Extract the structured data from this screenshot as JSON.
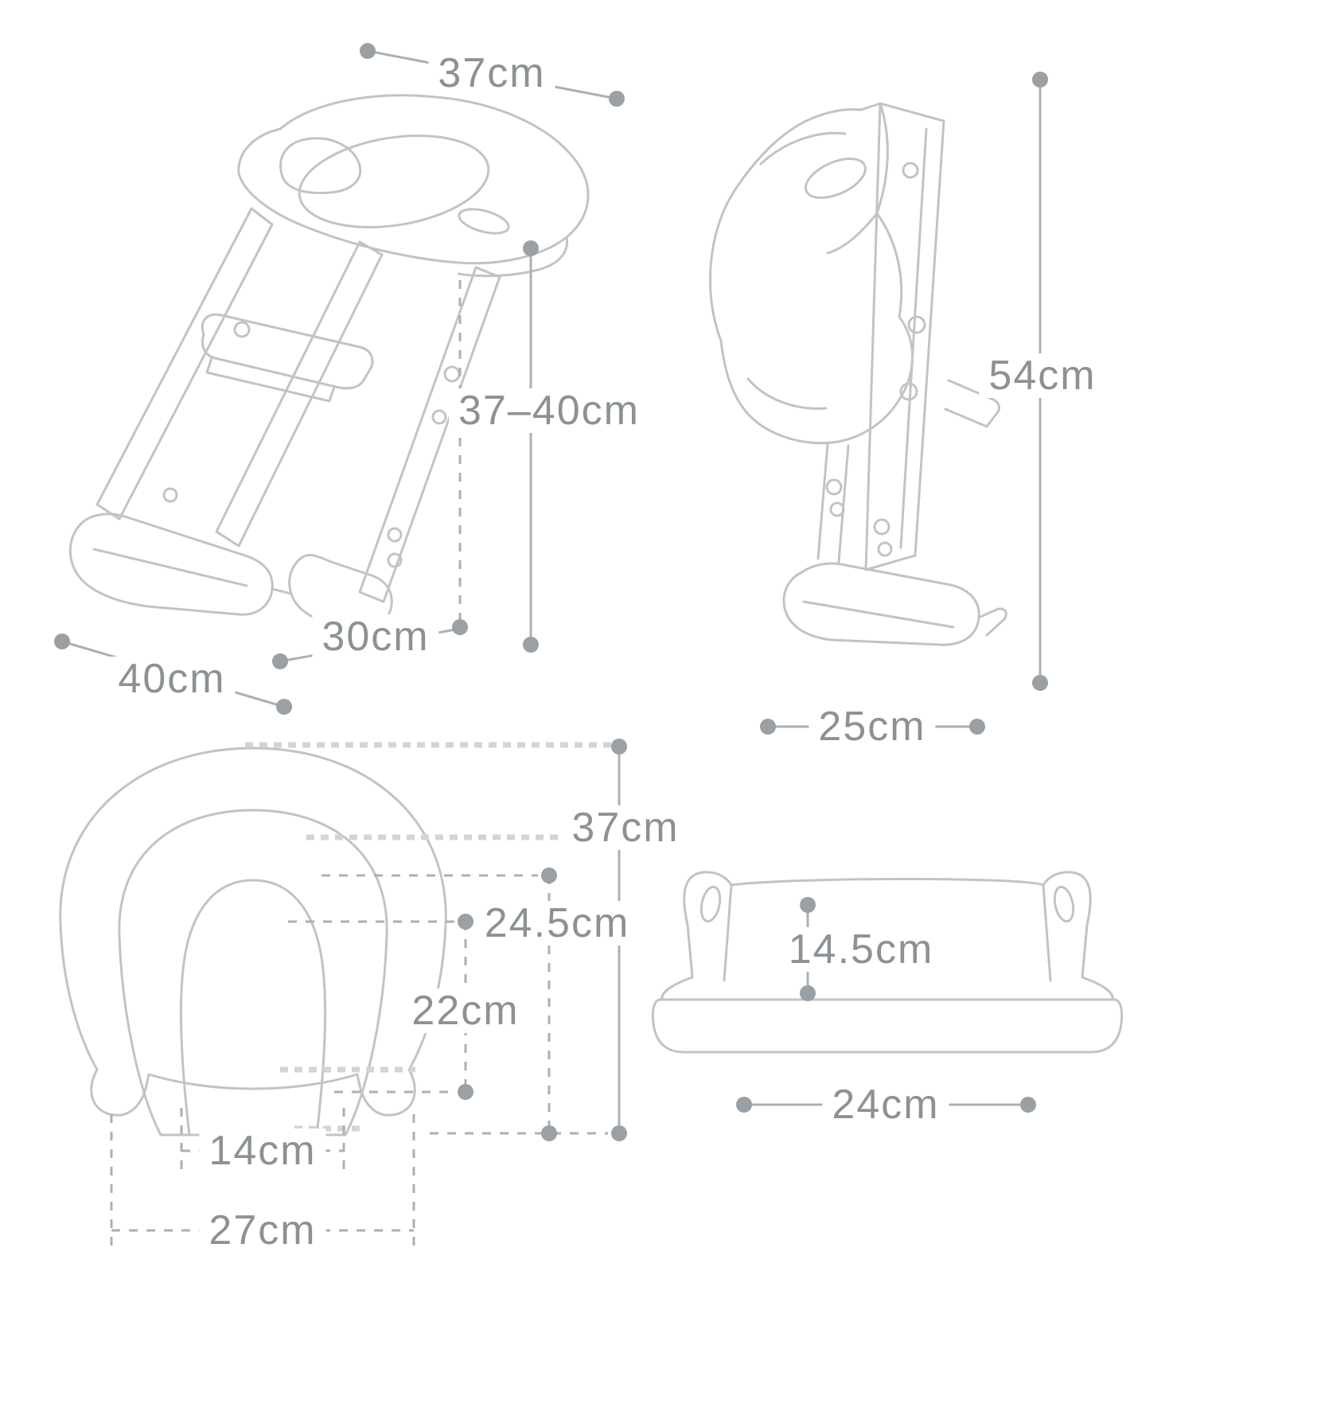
{
  "colors": {
    "background": "#ffffff",
    "line_art": "#c0c4c6",
    "dimension_line": "#abb0b3",
    "dimension_dot": "#9aa0a4",
    "label_text": "#8c9194",
    "texture": "#d2d5d7"
  },
  "views": {
    "perspective": {
      "labels": {
        "top_width": "37cm",
        "seat_height": "37–40cm",
        "step_depth": "30cm",
        "base_depth": "40cm"
      }
    },
    "folded": {
      "labels": {
        "height": "54cm",
        "depth": "25cm"
      }
    },
    "seat_top": {
      "labels": {
        "overall_depth": "37cm",
        "pad_depth": "24.5cm",
        "opening_depth": "22cm",
        "opening_width": "14cm",
        "seat_width": "27cm"
      }
    },
    "step_front": {
      "labels": {
        "height": "14.5cm",
        "width": "24cm"
      }
    }
  }
}
